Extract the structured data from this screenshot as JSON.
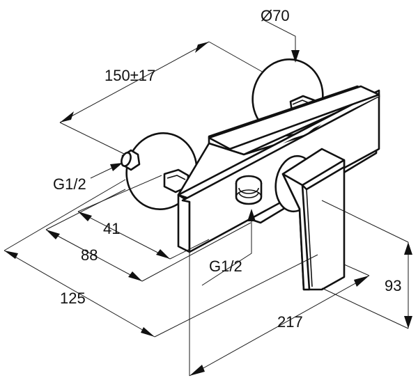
{
  "dimensions": {
    "d_flange": "Ø70",
    "distance": "150±17",
    "thread_left": "G1/2",
    "d41": "41",
    "d88": "88",
    "d125": "125",
    "thread_bottom": "G1/2",
    "width": "217",
    "height": "93"
  },
  "colors": {
    "line": "#111111",
    "background": "#ffffff"
  }
}
